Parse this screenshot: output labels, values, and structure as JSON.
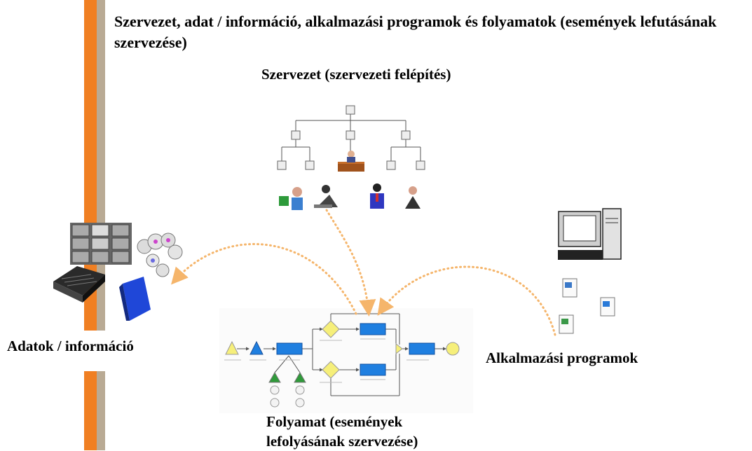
{
  "title": "Szervezet, adat / információ, alkalmazási programok és folyamatok (események lefutásának szervezése)",
  "labels": {
    "organization": "Szervezet (szervezeti felépítés)",
    "data": "Adatok / információ",
    "applications": "Alkalmazási programok",
    "process_line1": "Folyamat (események",
    "process_line2": "lefolyásának szervezése)"
  },
  "colors": {
    "accent_orange": "#f07f22",
    "bar_tan": "#b9aa94",
    "arrow_dotted": "#f5b56b",
    "process_box": "#1f7fe0",
    "event_yellow": "#f6ef7a"
  },
  "icons": [
    "org-chart-icon",
    "people-icon",
    "filing-cabinet-icon",
    "disk-stack-icon",
    "printer-icon",
    "binder-icon",
    "computer-icon",
    "document-icons"
  ]
}
